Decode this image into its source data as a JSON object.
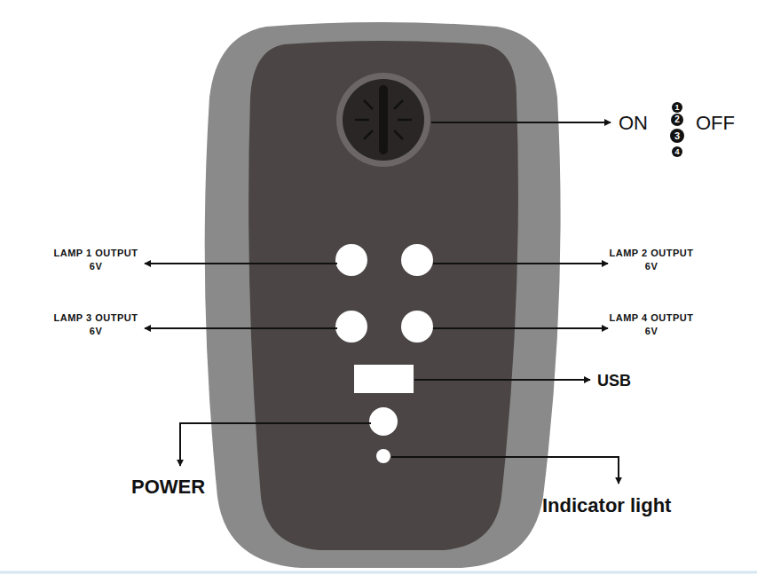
{
  "diagram": {
    "labels": [
      "ON",
      "1",
      "2",
      "3",
      "4",
      "OFF",
      "LAMP 1 OUTPUT 6V",
      "LAMP 2 OUTPUT 6V",
      "LAMP 3 OUTPUT 6V",
      "LAMP 4 OUTPUT 6V",
      "USB",
      "POWER",
      "Indicator light"
    ]
  }
}
